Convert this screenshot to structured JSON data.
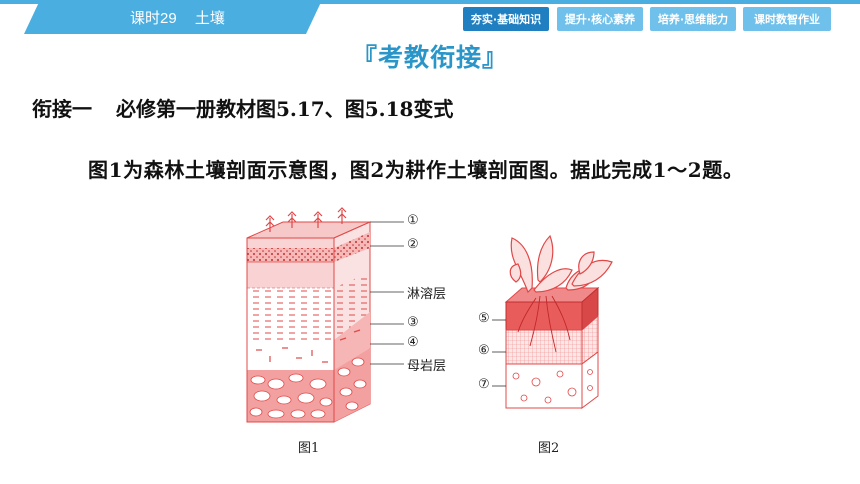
{
  "header": {
    "lesson_number": "课时29",
    "lesson_title": "土壤",
    "tabs": [
      {
        "label": "夯实·基础知识",
        "active": true,
        "color": "#1f7fc1"
      },
      {
        "label": "提升·核心素养",
        "active": false,
        "color": "#6fc0ea"
      },
      {
        "label": "培养·思维能力",
        "active": false,
        "color": "#6fc0ea"
      },
      {
        "label": "课时数智作业",
        "active": false,
        "color": "#6fc0ea"
      }
    ]
  },
  "section_title": "『考教衔接』",
  "heading": {
    "prefix": "衔接一",
    "text": "必修第一册教材图5.17、图5.18变式"
  },
  "question_text": "图1为森林土壤剖面示意图，图2为耕作土壤剖面图。据此完成1～2题。",
  "figure1": {
    "caption": "图1",
    "labels": [
      "①",
      "②",
      "淋溶层",
      "③",
      "④",
      "母岩层"
    ]
  },
  "figure2": {
    "caption": "图2",
    "labels": [
      "⑤",
      "⑥",
      "⑦"
    ]
  },
  "colors": {
    "banner": "#4aaee0",
    "title": "#2a95c8",
    "soil": "#e04848"
  }
}
